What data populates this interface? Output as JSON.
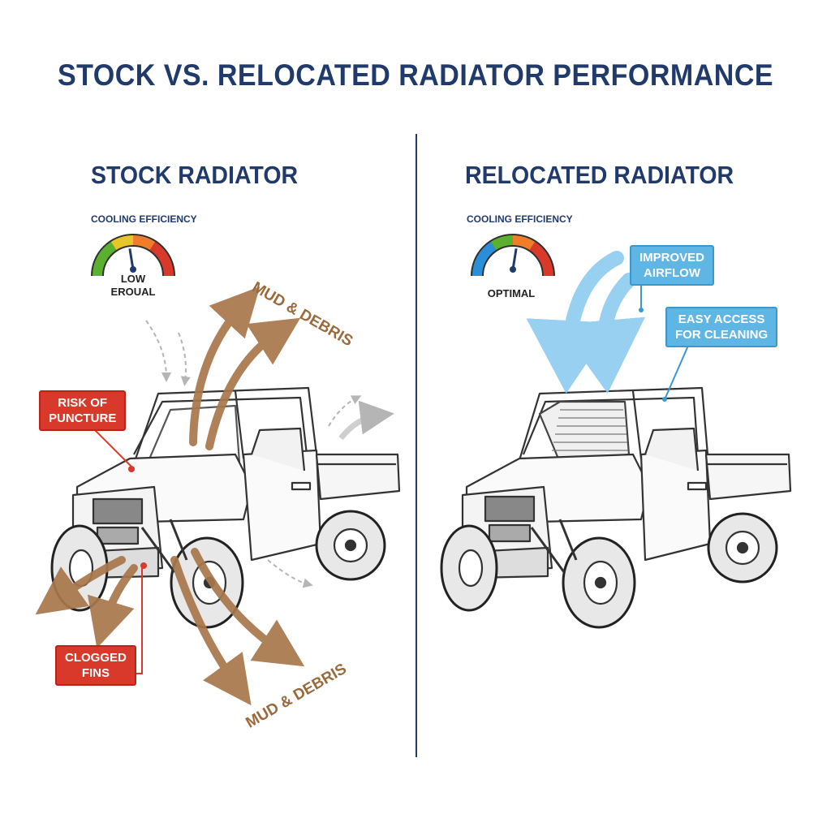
{
  "title": "STOCK VS. RELOCATED RADIATOR PERFORMANCE",
  "left": {
    "heading": "STOCK RADIATOR",
    "gauge_label": "COOLING EFFICIENCY",
    "gauge_reading_line1": "LOW",
    "gauge_reading_line2": "EROUAL",
    "gauge_level": 0.45,
    "callout_puncture": "RISK OF\nPUNCTURE",
    "callout_clogged": "CLOGGED\nFINS",
    "mud_top": "MUD & DEBRIS",
    "mud_bottom": "MUD & DEBRIS"
  },
  "right": {
    "heading": "RELOCATED RADIATOR",
    "gauge_label": "COOLING EFFICIENCY",
    "gauge_reading": "OPTIMAL",
    "gauge_level": 0.55,
    "callout_airflow": "IMPROVED\nAIRFLOW",
    "callout_access": "EASY ACCESS\nFOR CLEANING"
  },
  "colors": {
    "navy": "#1f3a6b",
    "red": "#d9392b",
    "blue": "#5fb6e4",
    "mud": "#a8774a"
  }
}
